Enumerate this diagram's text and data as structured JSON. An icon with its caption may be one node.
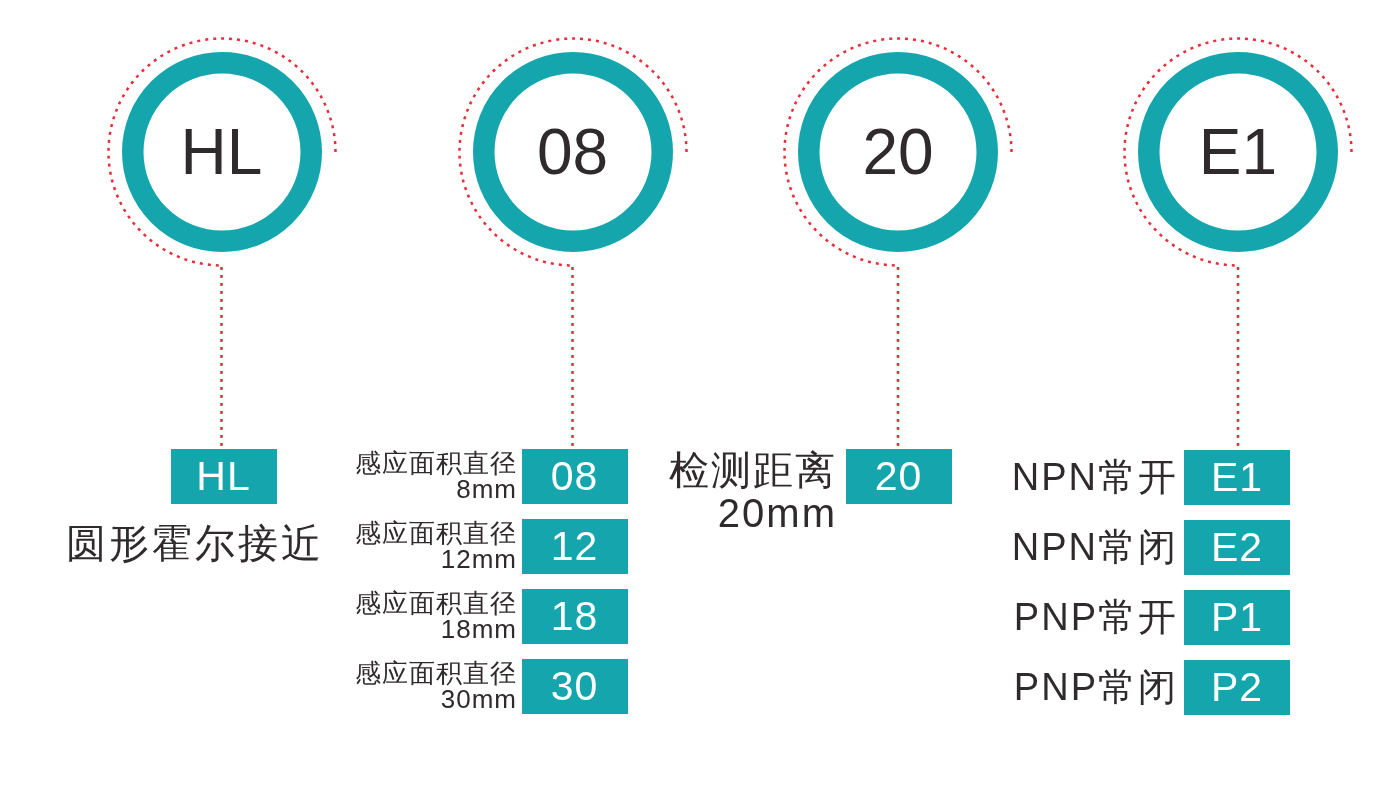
{
  "diagram": {
    "nodes": [
      {
        "text": [
          "HL"
        ]
      },
      {
        "text": [
          "08"
        ]
      },
      {
        "text": [
          "20"
        ]
      },
      {
        "text": [
          "E1"
        ]
      },
      {
        "text": [
          "HL"
        ],
        "beside": [
          "圆形霍尔接近"
        ]
      },
      {
        "text": [
          "08"
        ],
        "beside": [
          "感应面积直径 8mm"
        ]
      },
      {
        "text": [
          "12"
        ],
        "beside": [
          "感应面积直径 12mm"
        ]
      },
      {
        "text": [
          "18"
        ],
        "beside": [
          "感应面积直径 18mm"
        ]
      },
      {
        "text": [
          "30"
        ],
        "beside": [
          "感应面积直径 30mm"
        ]
      },
      {
        "text": [
          "20"
        ],
        "beside": [
          "检测距离 20mm"
        ]
      },
      {
        "text": [
          "E1"
        ],
        "beside": [
          "NPN常开"
        ]
      },
      {
        "text": [
          "E2"
        ],
        "beside": [
          "NPN常闭"
        ]
      },
      {
        "text": [
          "P1"
        ],
        "beside": [
          "PNP常开"
        ]
      },
      {
        "text": [
          "P2"
        ],
        "beside": [
          "PNP常闭"
        ]
      }
    ],
    "edges": [
      {
        "from": 0,
        "to": 4,
        "arrow": "none",
        "style": "dashed",
        "color": "#e62f3a"
      },
      {
        "from": 1,
        "to": 5,
        "arrow": "none",
        "style": "dashed",
        "color": "#e62f3a"
      },
      {
        "from": 2,
        "to": 9,
        "arrow": "none",
        "style": "dashed",
        "color": "#e62f3a"
      },
      {
        "from": 3,
        "to": 10,
        "arrow": "none",
        "style": "dashed",
        "color": "#e62f3a"
      }
    ]
  }
}
